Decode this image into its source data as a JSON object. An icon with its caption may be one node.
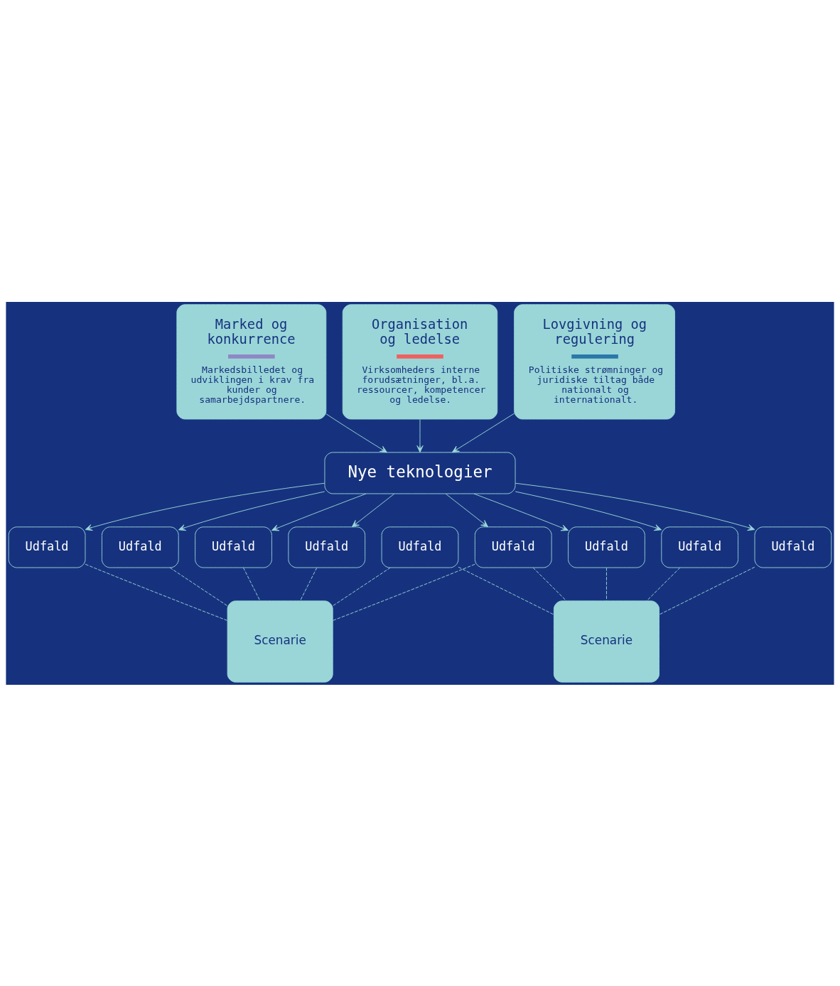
{
  "diagram": {
    "nodes": [
      {
        "text": [
          "Marked og konkurrence",
          "Markedsbilledet og udviklingen i krav fra kunder og samarbejdspartnere."
        ]
      },
      {
        "text": [
          "Organisation og ledelse",
          "Virksomheders interne forudsætninger, bl.a. ressourcer, kompetencer og ledelse."
        ]
      },
      {
        "text": [
          "Lovgivning og regulering",
          "Politiske strømninger og juridiske tiltag både nationalt og internationalt."
        ]
      },
      {
        "text": [
          "Nye teknologier"
        ]
      },
      {
        "text": [
          "Udfald"
        ]
      },
      {
        "text": [
          "Udfald"
        ]
      },
      {
        "text": [
          "Udfald"
        ]
      },
      {
        "text": [
          "Udfald"
        ]
      },
      {
        "text": [
          "Udfald"
        ]
      },
      {
        "text": [
          "Udfald"
        ]
      },
      {
        "text": [
          "Udfald"
        ]
      },
      {
        "text": [
          "Udfald"
        ]
      },
      {
        "text": [
          "Scenarie"
        ]
      },
      {
        "text": [
          "Scenarie"
        ]
      },
      {
        "text": [
          "Udfald"
        ]
      }
    ],
    "edges": [
      {
        "from": 0,
        "to": 3,
        "arrow": "to"
      },
      {
        "from": 1,
        "to": 3,
        "arrow": "to"
      },
      {
        "from": 2,
        "to": 3,
        "arrow": "to"
      },
      {
        "from": 3,
        "to": 4,
        "arrow": "to"
      },
      {
        "from": 3,
        "to": 5,
        "arrow": "to"
      },
      {
        "from": 3,
        "to": 6,
        "arrow": "to"
      },
      {
        "from": 3,
        "to": 7,
        "arrow": "to"
      },
      {
        "from": 3,
        "to": 8,
        "arrow": "to"
      },
      {
        "from": 3,
        "to": 9,
        "arrow": "to"
      },
      {
        "from": 3,
        "to": 10,
        "arrow": "to"
      },
      {
        "from": 3,
        "to": 11,
        "arrow": "to"
      },
      {
        "from": 4,
        "to": 12,
        "arrow": "none",
        "style": "dashed"
      },
      {
        "from": 5,
        "to": 12,
        "arrow": "none",
        "style": "dashed"
      },
      {
        "from": 6,
        "to": 12,
        "arrow": "none",
        "style": "dashed"
      },
      {
        "from": 7,
        "to": 12,
        "arrow": "none",
        "style": "dashed"
      },
      {
        "from": 9,
        "to": 12,
        "arrow": "none",
        "style": "dashed"
      },
      {
        "from": 8,
        "to": 13,
        "arrow": "none",
        "style": "dashed"
      },
      {
        "from": 9,
        "to": 13,
        "arrow": "none",
        "style": "dashed"
      },
      {
        "from": 10,
        "to": 13,
        "arrow": "none",
        "style": "dashed"
      },
      {
        "from": 11,
        "to": 13,
        "arrow": "none",
        "style": "dashed"
      },
      {
        "from": 14,
        "to": 12,
        "arrow": "none",
        "style": "dashed"
      },
      {
        "from": 14,
        "to": 13,
        "arrow": "none",
        "style": "dashed"
      }
    ]
  }
}
